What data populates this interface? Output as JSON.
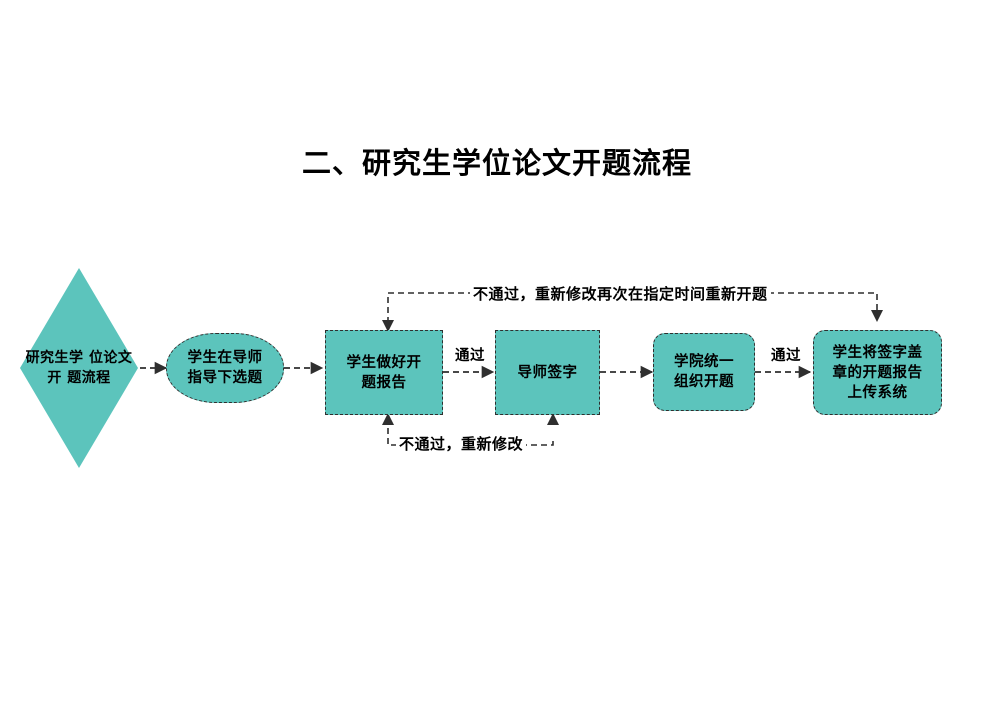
{
  "page": {
    "title": "二、研究生学位论文开题流程",
    "background_color": "#ffffff",
    "node_fill_color": "#5CC4BC",
    "node_border_color": "#2f2f2f",
    "connector_color": "#3a3a3a",
    "text_color": "#000000"
  },
  "nodes": [
    {
      "id": "start",
      "shape": "diamond",
      "lines": [
        "研究生学",
        "位论文开",
        "题流程"
      ],
      "text": "研究生学位论文开题流程"
    },
    {
      "id": "topic-selection",
      "shape": "stadium",
      "lines": [
        "学生在导师",
        "指导下选题"
      ],
      "text": "学生在导师指导下选题"
    },
    {
      "id": "proposal-report",
      "shape": "rectangle",
      "lines": [
        "学生做好开",
        "题报告"
      ],
      "text": "学生做好开题报告"
    },
    {
      "id": "advisor-signature",
      "shape": "rectangle",
      "lines": [
        "导师签字"
      ],
      "text": "导师签字"
    },
    {
      "id": "college-organizes",
      "shape": "rounded-rectangle",
      "lines": [
        "学院统一",
        "组织开题"
      ],
      "text": "学院统一组织开题"
    },
    {
      "id": "upload-system",
      "shape": "rounded-rectangle",
      "lines": [
        "学生将签字盖",
        "章的开题报告",
        "上传系统"
      ],
      "text": "学生将签字盖章的开题报告上传系统"
    }
  ],
  "edges": [
    {
      "id": "start-to-topic",
      "label": "",
      "style": "dashed-arrow"
    },
    {
      "id": "topic-to-proposal",
      "label": "",
      "style": "dashed-arrow"
    },
    {
      "id": "proposal-to-signature",
      "label": "通过",
      "style": "dashed-arrow"
    },
    {
      "id": "signature-to-college",
      "label": "",
      "style": "dashed-arrow"
    },
    {
      "id": "college-to-upload",
      "label": "通过",
      "style": "dashed-arrow"
    },
    {
      "id": "reject-top-loop",
      "label": "不通过，重新修改再次在指定时间重新开题",
      "style": "dashed-feedback"
    },
    {
      "id": "reject-bottom-loop",
      "label": "不通过，重新修改",
      "style": "dashed-feedback"
    }
  ],
  "labels": {
    "pass_1": "通过",
    "pass_2": "通过",
    "reject_top": "不通过，重新修改再次在指定时间重新开题",
    "reject_bottom": "不通过，重新修改"
  }
}
